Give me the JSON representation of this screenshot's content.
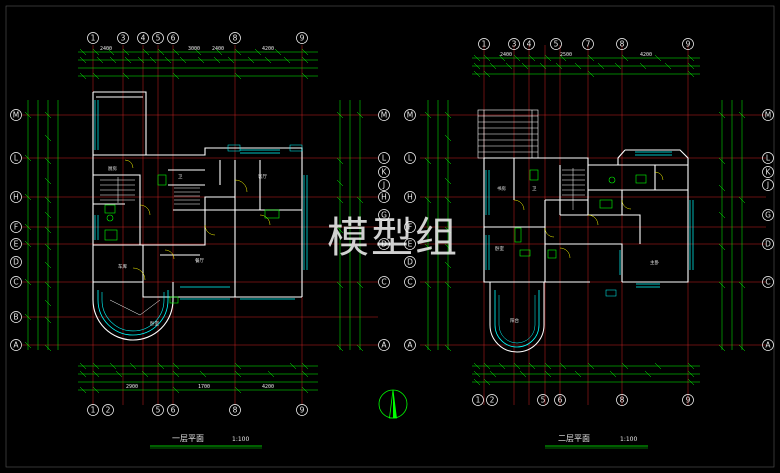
{
  "colors": {
    "background": "#000000",
    "grid_line": "#cc2222",
    "wall": "#ffffff",
    "window": "#00ffff",
    "door": "#ffff00",
    "dimension": "#00ff00",
    "text": "#e8e8e8"
  },
  "watermark": "模型组",
  "left_plan": {
    "title": "一层平面",
    "scale": "1:100",
    "top_axes": [
      "1",
      "3",
      "4",
      "5",
      "6",
      "8",
      "9"
    ],
    "bottom_axes": [
      "1",
      "2",
      "5",
      "6",
      "8",
      "9"
    ],
    "left_axes": [
      "M",
      "L",
      "H",
      "F",
      "E",
      "D",
      "C",
      "B",
      "A"
    ],
    "right_axes": [
      "M",
      "L",
      "K",
      "J",
      "H",
      "G",
      "D",
      "C",
      "A"
    ],
    "top_dims": [
      "2400",
      "3000",
      "2400",
      "4200"
    ],
    "bottom_dims": [
      "2900",
      "1700",
      "4200"
    ],
    "room_labels": [
      "客厅",
      "餐厅",
      "厨房",
      "车库",
      "卧室",
      "卫"
    ]
  },
  "right_plan": {
    "title": "二层平面",
    "scale": "1:100",
    "top_axes": [
      "1",
      "3",
      "4",
      "5",
      "7",
      "8",
      "9"
    ],
    "bottom_axes": [
      "1",
      "2",
      "5",
      "6",
      "8",
      "9"
    ],
    "left_axes": [
      "M",
      "L",
      "H",
      "F",
      "E",
      "D",
      "C",
      "A"
    ],
    "right_axes": [
      "M",
      "L",
      "K",
      "J",
      "G",
      "D",
      "C",
      "A"
    ],
    "top_dims": [
      "2400",
      "2500",
      "4200"
    ],
    "room_labels": [
      "主卧",
      "卧室",
      "书房",
      "卫",
      "阳台"
    ]
  }
}
